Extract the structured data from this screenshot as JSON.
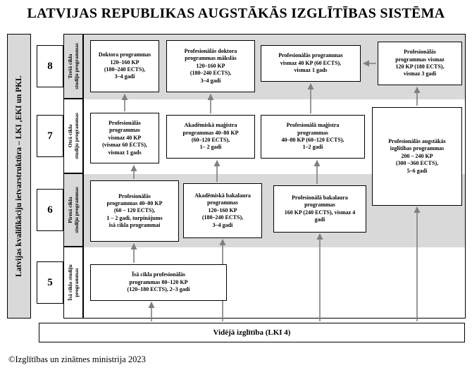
{
  "title": "LATVIJAS REPUBLIKAS AUGSTĀKĀS IZGLĪTĪBAS SISTĒMA",
  "framework": {
    "label": "Latvijas kvalifikāciju ietvarstruktūra – LKI ,EKI un PKL"
  },
  "levels": [
    {
      "number": "8",
      "cycle": "Trešā cikla\nstudiju programmas"
    },
    {
      "number": "7",
      "cycle": "Otrā cikla\nstudiju programmas"
    },
    {
      "number": "6",
      "cycle": "Pirmā cikla\nstudiju programmas"
    },
    {
      "number": "5",
      "cycle": "Īsā cikla studiju\nprogrammas"
    }
  ],
  "programs": {
    "doktora": "Doktora programmas\n120–160 KP\n(180–240 ECTS),\n3–4 gadi",
    "prof_doktora_makslas": "Profesionālās doktora\nprogrammas mākslās\n120–160 KP\n(180–240 ECTS),\n3–4 gadi",
    "prof_prog_l8": "Profesionālās programmas\nvismaz 40 KP (60 ECTS),\nvismaz 1 gads",
    "prof_prog_l8_right": "Profesionālās\nprogrammas vismaz\n120 KP (180 ECTS),\nvismaz 3 gadi",
    "prof_prog_l7": "Profesionālās\nprogrammas\nvismaz 40 KP\n(vismaz 60 ECTS),\nvismaz 1 gads",
    "akad_magistra": "Akadēmiskā maģistra\nprogrammas  40–80 KP\n(60–120 ECTS),\n1– 2 gadi",
    "prof_magistra": "Profesionālā maģistra\nprogrammas\n40–80 KP (60–120 ECTS),\n1–2 gadi",
    "prof_augstakas": "Profesionālās augstākās\nizglītības programmas\n200 – 240 KP\n(300 –360 ECTS),\n5–6 gadi",
    "prof_prog_l6": "Profesionālās\nprogrammas 40–80 KP\n(60 – 120 ECTS),\n1 – 2 gadi, turpinājums\nīsā cikla programmai",
    "akad_bakalaura": "Akadēmiskā bakalaura\nprogrammas\n120–160 KP\n(180–240 ECTS),\n3–4 gadi",
    "prof_bakalaura": "Profesionālā  bakalaura\nprogrammas\n160 KP (240 ECTS), vismaz 4\ngadi",
    "isa_cikla": "Īsā cikla  profesionālās\nprogrammas 80–120 KP\n(120–180 ECTS), 2–3 gadi"
  },
  "base_education": "Vidējā izglītība (LKI 4)",
  "footer": "©Izglītības un zinātnes ministrija 2023",
  "colors": {
    "band": "#d9d9d9",
    "arrow": "#7f7f7f"
  }
}
